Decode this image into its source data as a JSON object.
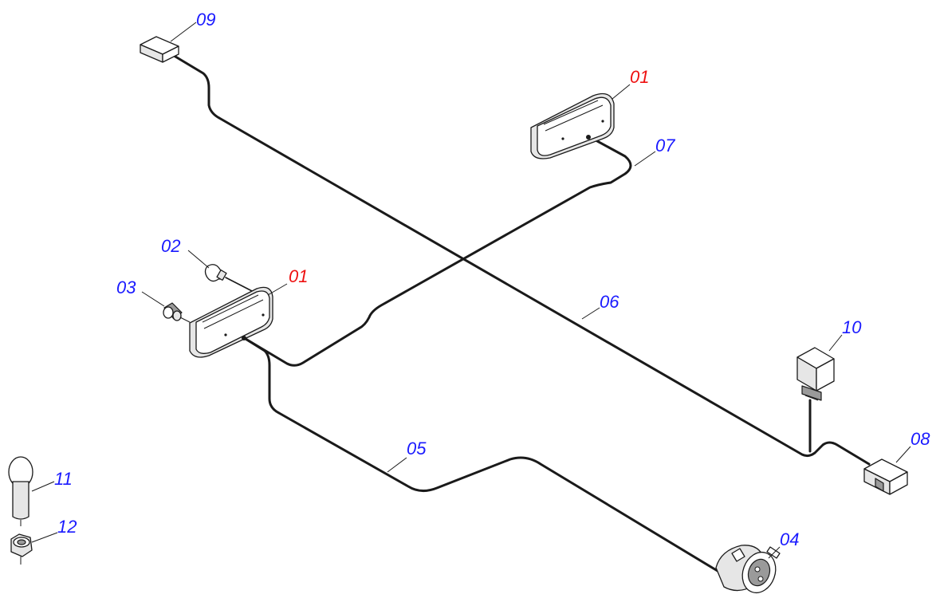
{
  "colors": {
    "label_blue": "#1a1aff",
    "label_red": "#ee1111",
    "line": "#1a1a1a"
  },
  "callouts": {
    "lamp_left": "01",
    "lamp_right": "01",
    "bulb": "02",
    "bulb_holder": "03",
    "socket": "04",
    "harness_05": "05",
    "harness_06": "06",
    "harness_07": "07",
    "connector_08": "08",
    "connector_09": "09",
    "relay": "10",
    "bolt": "11",
    "nut": "12"
  }
}
